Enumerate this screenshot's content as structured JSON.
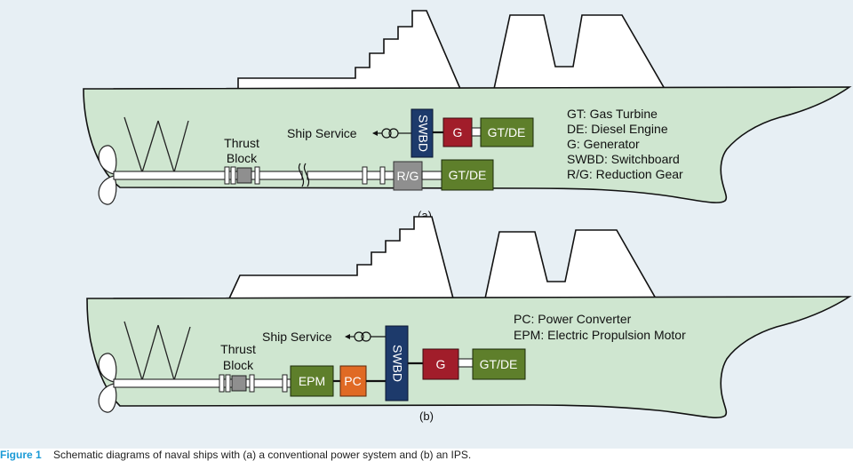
{
  "panel_a": {
    "label": "(a)",
    "thrust_block": [
      "Thrust",
      "Block"
    ],
    "ship_service": "Ship Service",
    "blocks": {
      "swbd": "SWBD",
      "gen": "G",
      "gtde_top": "GT/DE",
      "rg": "R/G",
      "gtde_bottom": "GT/DE"
    },
    "legend": [
      "GT: Gas Turbine",
      "DE: Diesel Engine",
      "G: Generator",
      "SWBD: Switchboard",
      "R/G: Reduction Gear"
    ]
  },
  "panel_b": {
    "label": "(b)",
    "thrust_block": [
      "Thrust",
      "Block"
    ],
    "ship_service": "Ship Service",
    "blocks": {
      "epm": "EPM",
      "pc": "PC",
      "swbd": "SWBD",
      "gen": "G",
      "gtde": "GT/DE"
    },
    "legend": [
      "PC: Power Converter",
      "EPM: Electric Propulsion Motor"
    ]
  },
  "caption": {
    "figure": "Figure 1",
    "text": "Schematic diagrams of naval ships with (a) a conventional power system and (b) an IPS."
  },
  "colors": {
    "background": "#e7eff4",
    "hull": "#cfe6d0",
    "green_block": "#5e7f2b",
    "generator": "#a11d2a",
    "switchboard": "#1d3a6b",
    "reduction_gear": "#8f8f8f",
    "power_converter": "#e06a24",
    "caption_accent": "#1a9ad6"
  }
}
